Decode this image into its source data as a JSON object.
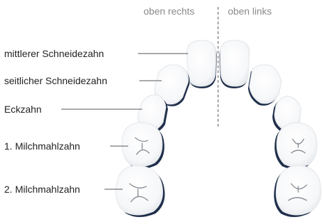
{
  "header": {
    "upper_right": "oben rechts",
    "upper_left": "oben links"
  },
  "teeth": [
    {
      "label": "mittlerer Schneidezahn",
      "icon": "central-incisor-icon"
    },
    {
      "label": "seitlicher Schneidezahn",
      "icon": "lateral-incisor-icon"
    },
    {
      "label": "Eckzahn",
      "icon": "canine-icon"
    },
    {
      "label": "1. Milchmahlzahn",
      "icon": "first-primary-molar-icon"
    },
    {
      "label": "2. Milchmahlzahn",
      "icon": "second-primary-molar-icon"
    }
  ],
  "colors": {
    "tooth_shadow": "#1f2f4a",
    "tooth_fill": "#ffffff",
    "leader_line": "#555555",
    "divider": "#555555",
    "side_label": "#8a8a8a"
  }
}
